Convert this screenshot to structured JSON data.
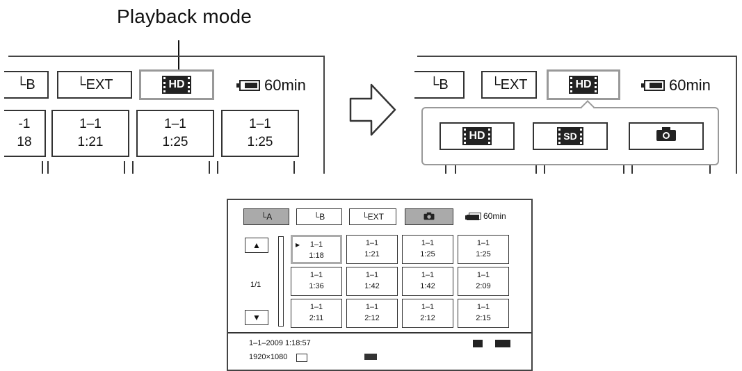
{
  "title": "Playback mode",
  "left_panel": {
    "tabs": [
      {
        "label": "└B",
        "icon": "folder-b-icon"
      },
      {
        "label": "└EXT",
        "icon": "ext-folder-icon"
      },
      {
        "label": "HD",
        "icon": "hd-icon",
        "selected": true
      }
    ],
    "battery": "60min",
    "cells": [
      {
        "l1": "-1",
        "l2": "18"
      },
      {
        "l1": "1–1",
        "l2": "1:21"
      },
      {
        "l1": "1–1",
        "l2": "1:25"
      },
      {
        "l1": "1–1",
        "l2": "1:25"
      }
    ]
  },
  "right_panel": {
    "tabs": [
      {
        "label": "└B",
        "icon": "folder-b-icon"
      },
      {
        "label": "└EXT",
        "icon": "ext-folder-icon"
      },
      {
        "label": "HD",
        "icon": "hd-icon",
        "selected": true
      }
    ],
    "battery": "60min",
    "popup_options": [
      {
        "label": "HD",
        "icon": "hd-icon"
      },
      {
        "label": "SD",
        "icon": "sd-icon"
      },
      {
        "label": "",
        "icon": "camera-icon"
      }
    ]
  },
  "bottom_panel": {
    "tabs": [
      {
        "label": "└A",
        "icon": "folder-a-icon",
        "selected": true
      },
      {
        "label": "└B",
        "icon": "folder-b-icon"
      },
      {
        "label": "└EXT",
        "icon": "ext-folder-icon"
      },
      {
        "label": "",
        "icon": "camera-icon",
        "selected": true
      }
    ],
    "battery": "60min",
    "page": "1/1",
    "cells": [
      {
        "l1": "1–1",
        "l2": "1:18",
        "selected": true
      },
      {
        "l1": "1–1",
        "l2": "1:21"
      },
      {
        "l1": "1–1",
        "l2": "1:25"
      },
      {
        "l1": "1–1",
        "l2": "1:25"
      },
      {
        "l1": "1–1",
        "l2": "1:36"
      },
      {
        "l1": "1–1",
        "l2": "1:42"
      },
      {
        "l1": "1–1",
        "l2": "1:42"
      },
      {
        "l1": "1–1",
        "l2": "2:09"
      },
      {
        "l1": "1–1",
        "l2": "2:11"
      },
      {
        "l1": "1–1",
        "l2": "2:12"
      },
      {
        "l1": "1–1",
        "l2": "2:12"
      },
      {
        "l1": "1–1",
        "l2": "2:15"
      }
    ],
    "info_date": "1–1–2009 1:18:57",
    "info_res": "1920×1080"
  }
}
